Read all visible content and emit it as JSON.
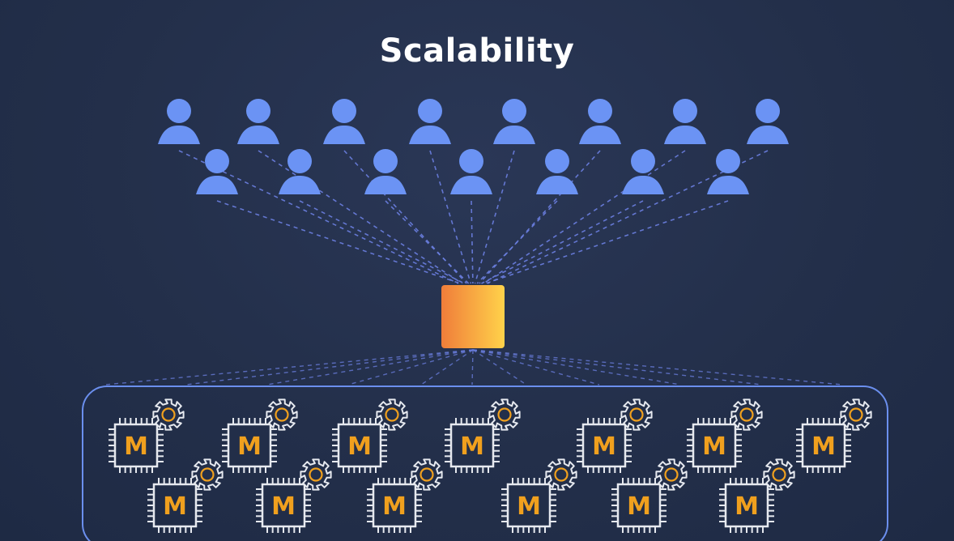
{
  "title": "Scalability",
  "users": {
    "count": 15,
    "icon": "user-icon",
    "color": "#6b93f4"
  },
  "load_balancer": {
    "icon": "load-balancer-box",
    "gradient_start": "#f07d3a",
    "gradient_end": "#ffd24a"
  },
  "instance_group": {
    "border_color": "#6b8fee",
    "instance_count": 13,
    "instance_icon": "ec2-instance-chip-icon",
    "instance_label": "M",
    "gear_icon": "gear-icon",
    "label_color": "#f0a01e",
    "chip_color": "#e6e9ef"
  },
  "connector_color": "#6b7fe0"
}
